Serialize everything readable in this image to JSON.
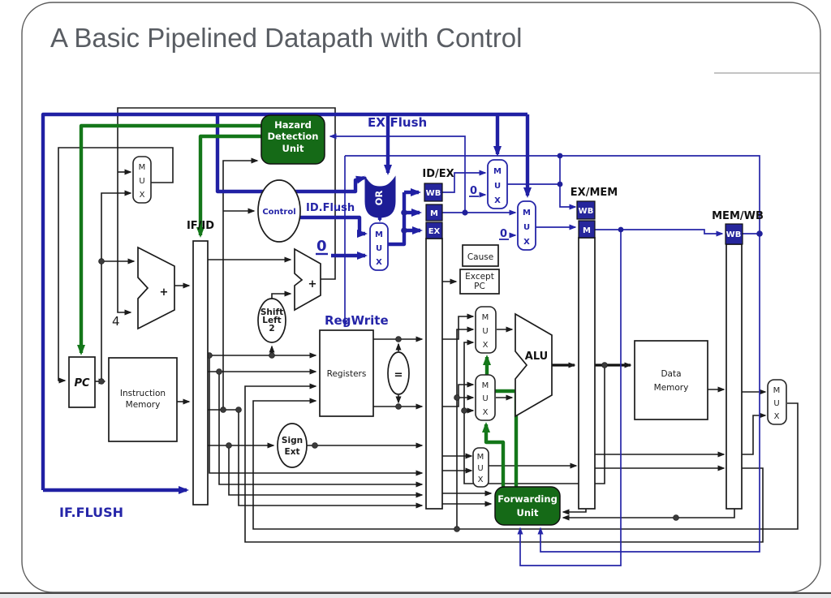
{
  "slide": {
    "title": "A Basic Pipelined Datapath with Control"
  },
  "colors": {
    "control_blue": "#2525a8",
    "unit_green": "#156a17",
    "wire_black": "#1b1b1b"
  },
  "diagram": {
    "pipeline_registers": {
      "if_id": "IF/ID",
      "id_ex": "ID/EX",
      "ex_mem": "EX/MEM",
      "mem_wb": "MEM/WB"
    },
    "segments": {
      "wb": "WB",
      "m": "M",
      "ex": "EX"
    },
    "signals": {
      "ex_flush": "EX.Flush",
      "id_flush": "ID.Flush",
      "if_flush": "IF.FLUSH",
      "reg_write": "RegWrite"
    },
    "units": {
      "hazard": {
        "line1": "Hazard",
        "line2": "Detection",
        "line3": "Unit"
      },
      "forwarding": {
        "line1": "Forwarding",
        "line2": "Unit"
      },
      "control": "Control",
      "or": "OR",
      "pc": "PC",
      "instruction_memory": {
        "line1": "Instruction",
        "line2": "Memory"
      },
      "registers": "Registers",
      "data_memory": {
        "line1": "Data",
        "line2": "Memory"
      },
      "sign_ext": {
        "line1": "Sign",
        "line2": "Ext"
      },
      "shift_left": {
        "line1": "Shift",
        "line2": "Left",
        "line3": "2"
      },
      "alu": "ALU",
      "cause": "Cause",
      "except_pc": {
        "line1": "Except",
        "line2": "PC"
      },
      "equals": "=",
      "plus": "+"
    },
    "constants": {
      "four": "4",
      "zero": "0"
    },
    "mux": {
      "m": "M",
      "u": "U",
      "x": "X"
    }
  }
}
